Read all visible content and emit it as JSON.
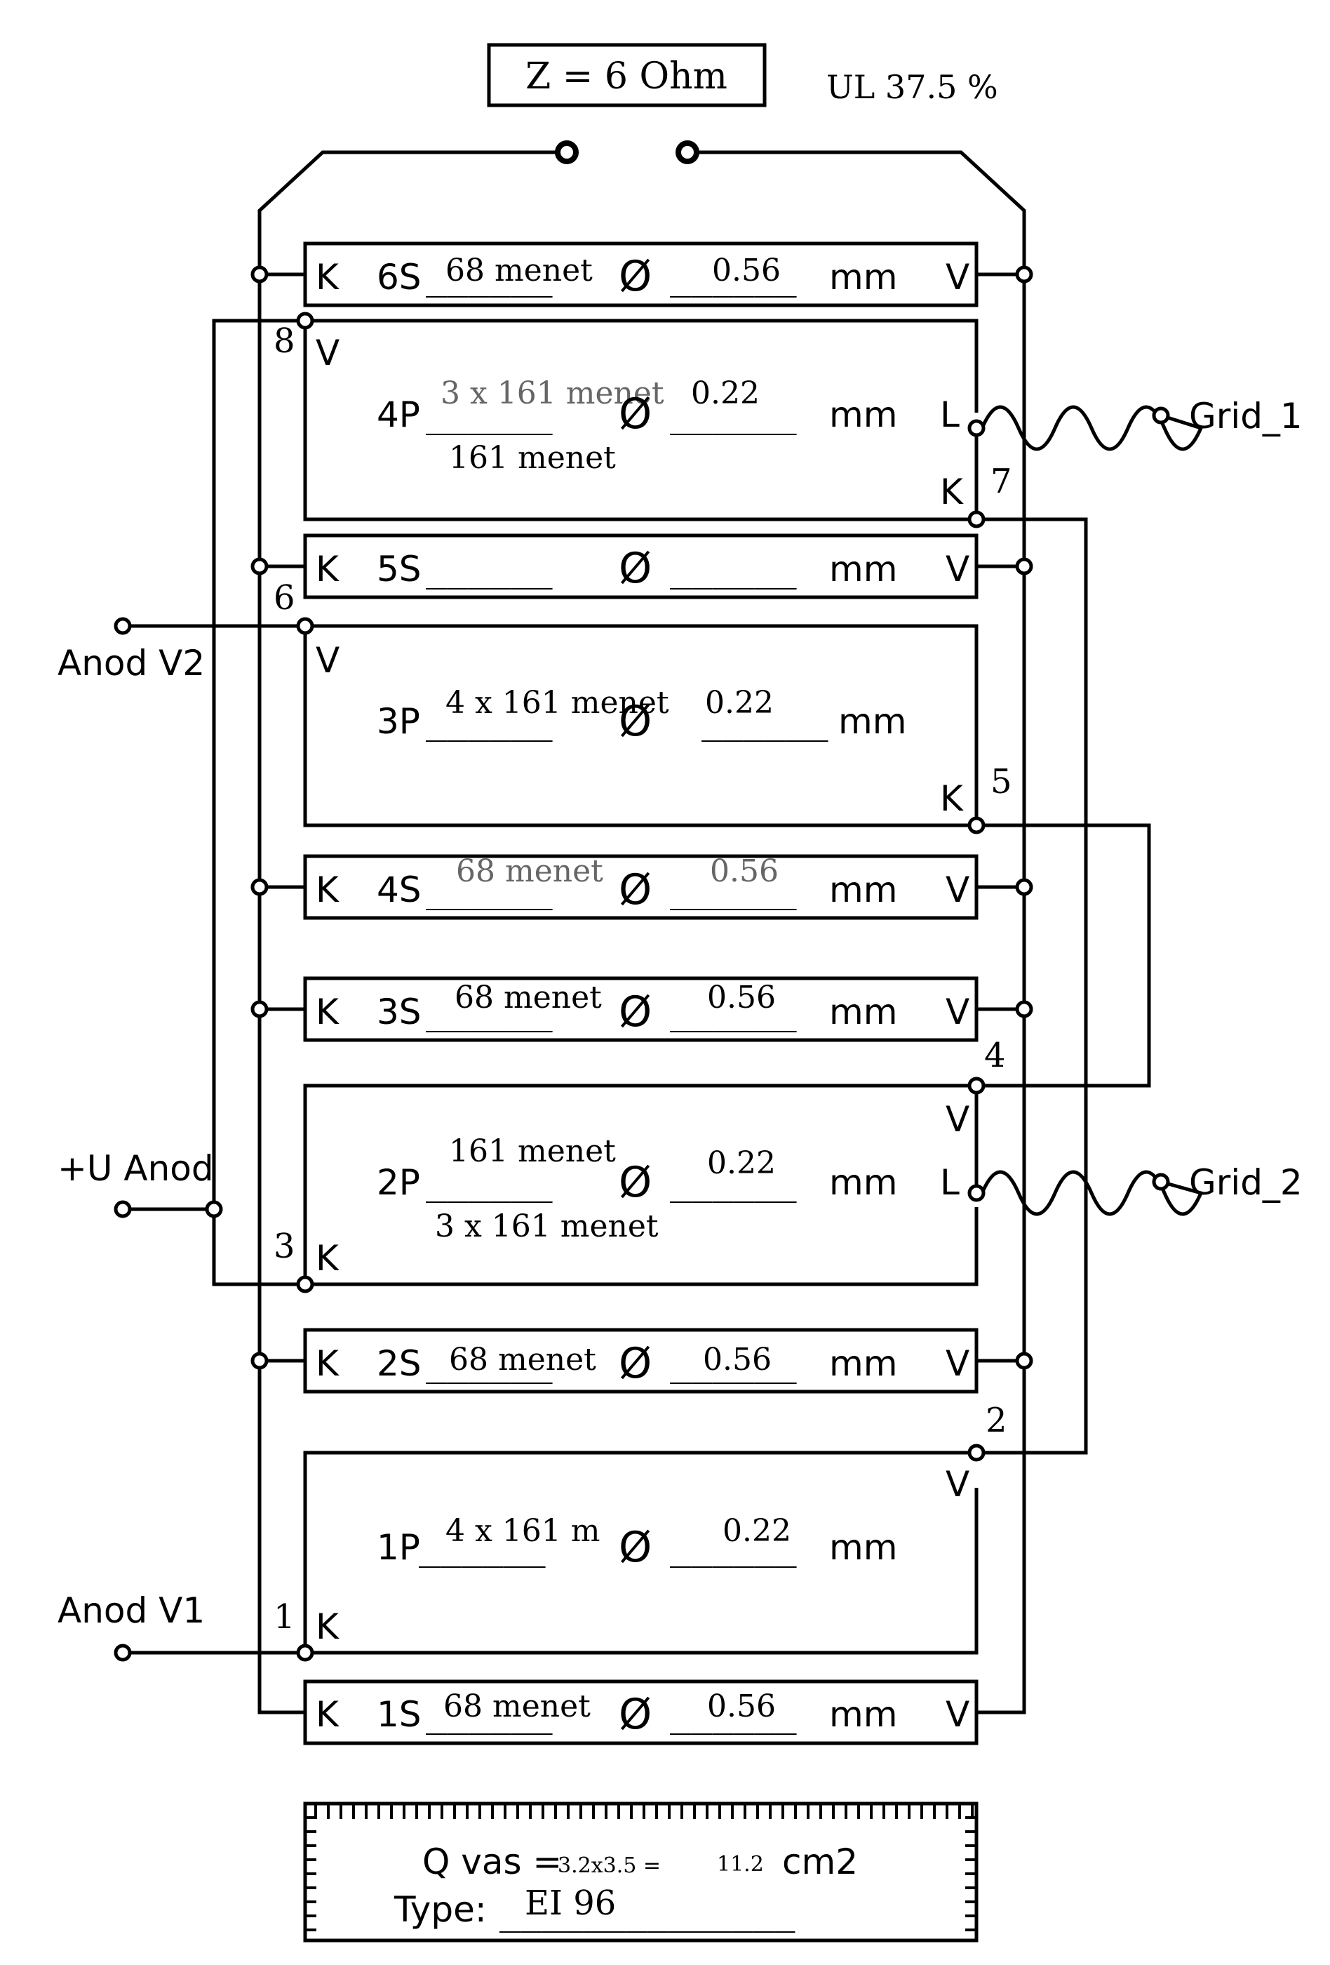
{
  "header": {
    "impedance": "Z = 6 Ohm",
    "ul": "UL 37.5 %"
  },
  "windings": [
    {
      "id": "6S",
      "code": "6S",
      "left": "K",
      "right": "V",
      "blank1": "______",
      "turns": "68 menet",
      "diam": "0.56",
      "blank2": "______",
      "unit": "mm"
    },
    {
      "id": "4P",
      "code": "4P",
      "left_top": "V",
      "left_num": "8",
      "right_top": "L",
      "right_bottom": "K",
      "right_num": "7",
      "blank1": "______",
      "turns": "3 x 161 menet",
      "turns2": "161 menet",
      "diam": "0.22",
      "blank2": "______",
      "unit": "mm"
    },
    {
      "id": "5S",
      "code": "5S",
      "left": "K",
      "right": "V",
      "blank1": "______",
      "turns": "",
      "diam": "",
      "blank2": "______",
      "unit": "mm"
    },
    {
      "id": "3P",
      "code": "3P",
      "left_top": "V",
      "left_num": "6",
      "right_bottom": "K",
      "right_num": "5",
      "blank1": "______",
      "turns": "4 x 161 menet",
      "diam": "0.22",
      "blank2": "______",
      "unit": "mm"
    },
    {
      "id": "4S",
      "code": "4S",
      "left": "K",
      "right": "V",
      "blank1": "______",
      "turns": "68 menet",
      "diam": "0.56",
      "blank2": "______",
      "unit": "mm"
    },
    {
      "id": "3S",
      "code": "3S",
      "left": "K",
      "right": "V",
      "blank1": "______",
      "turns": "68 menet",
      "diam": "0.56",
      "blank2": "______",
      "unit": "mm"
    },
    {
      "id": "2P",
      "code": "2P",
      "right_top": "V",
      "right_mid": "L",
      "left_bottom": "K",
      "left_num": "3",
      "right_num": "4",
      "blank1": "______",
      "turns": "161 menet",
      "turns2": "3 x 161 menet",
      "diam": "0.22",
      "blank2": "______",
      "unit": "mm"
    },
    {
      "id": "2S",
      "code": "2S",
      "left": "K",
      "right": "V",
      "blank1": "______",
      "turns": "68 menet",
      "diam": "0.56",
      "blank2": "______",
      "unit": "mm"
    },
    {
      "id": "1P",
      "code": "1P",
      "right_top": "V",
      "left_bottom": "K",
      "left_num": "1",
      "right_num": "2",
      "blank1": "______",
      "turns": "4 x 161 m",
      "diam": "0.22",
      "blank2": "______",
      "unit": "mm"
    },
    {
      "id": "1S",
      "code": "1S",
      "left": "K",
      "right": "V",
      "blank1": "______",
      "turns": "68 menet",
      "diam": "0.56",
      "blank2": "______",
      "unit": "mm"
    }
  ],
  "diameter_symbol": "Ø",
  "terminals": {
    "grid1": "Grid_1",
    "grid2": "Grid_2",
    "anod_v2": "Anod V2",
    "u_anod": "+U Anod",
    "anod_v1": "Anod V1"
  },
  "core": {
    "q_label": "Q vas =",
    "q_formula": "3.2x3.5 =",
    "q_value": "11.2",
    "q_unit": "cm2",
    "type_label": "Type:",
    "type_value": "EI 96",
    "type_blank": "______________"
  }
}
